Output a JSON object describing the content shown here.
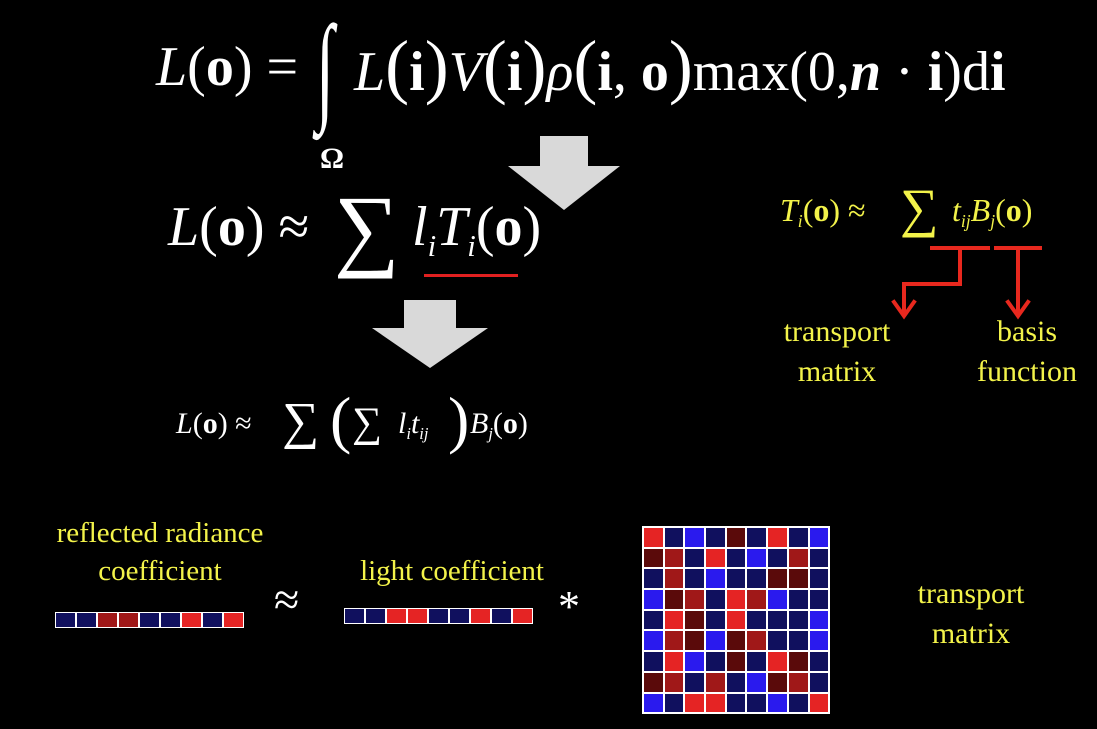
{
  "colors": {
    "background": "#000000",
    "text": "#ffffff",
    "highlight": "#f3f34a",
    "underline": "#e02020",
    "arrow_gray": "#d9d9d9",
    "red_bracket": "#e8281e",
    "cell_bright_red": "#e52424",
    "cell_dark_red": "#5a0a0a",
    "cell_mid_red": "#a01818",
    "cell_bright_blue": "#2a1aee",
    "cell_dark_blue": "#10105e"
  },
  "equations": {
    "main": {
      "lhs": "L(o) =",
      "integral": "∫",
      "domain": "Ω",
      "body": "L(i) V(i) ρ(i, o) max(0, n · i) di"
    },
    "approx1": {
      "lhs": "L(o) ≈",
      "sum": "∑",
      "term": "l_i T_i(o)"
    },
    "approx2": {
      "lhs": "L(o) ≈",
      "sum": "∑",
      "inner": "( ∑ l_i t_ij ) B_j(o)"
    },
    "transport": {
      "lhs": "T_i(o) ≈",
      "sum": "∑",
      "term": "t_ij B_j(o)"
    }
  },
  "labels": {
    "transport_matrix_top": [
      "transport",
      "matrix"
    ],
    "basis_function": [
      "basis",
      "function"
    ],
    "reflected": [
      "reflected radiance",
      "coefficient"
    ],
    "light_coefficient": "light coefficient",
    "approx_symbol": "≈",
    "star_symbol": "*",
    "transport_matrix_bottom": [
      "transport",
      "matrix"
    ]
  },
  "vectors": {
    "reflected": [
      "db",
      "db",
      "mr",
      "mr",
      "db",
      "db",
      "br",
      "db",
      "br"
    ],
    "light": [
      "db",
      "db",
      "br",
      "br",
      "db",
      "db",
      "br",
      "db",
      "br"
    ]
  },
  "matrix": [
    [
      "br",
      "db",
      "bb",
      "db",
      "dr",
      "db",
      "br",
      "db",
      "bb"
    ],
    [
      "dr",
      "mr",
      "db",
      "br",
      "db",
      "bb",
      "db",
      "mr",
      "db"
    ],
    [
      "db",
      "mr",
      "db",
      "bb",
      "db",
      "db",
      "dr",
      "dr",
      "db"
    ],
    [
      "bb",
      "dr",
      "mr",
      "db",
      "br",
      "mr",
      "bb",
      "db",
      "db"
    ],
    [
      "db",
      "br",
      "dr",
      "db",
      "br",
      "db",
      "db",
      "db",
      "bb"
    ],
    [
      "bb",
      "mr",
      "dr",
      "bb",
      "dr",
      "mr",
      "db",
      "db",
      "bb"
    ],
    [
      "db",
      "br",
      "bb",
      "db",
      "dr",
      "db",
      "br",
      "dr",
      "db"
    ],
    [
      "dr",
      "mr",
      "db",
      "mr",
      "db",
      "bb",
      "dr",
      "mr",
      "db"
    ],
    [
      "bb",
      "db",
      "br",
      "br",
      "db",
      "db",
      "bb",
      "db",
      "br"
    ]
  ]
}
